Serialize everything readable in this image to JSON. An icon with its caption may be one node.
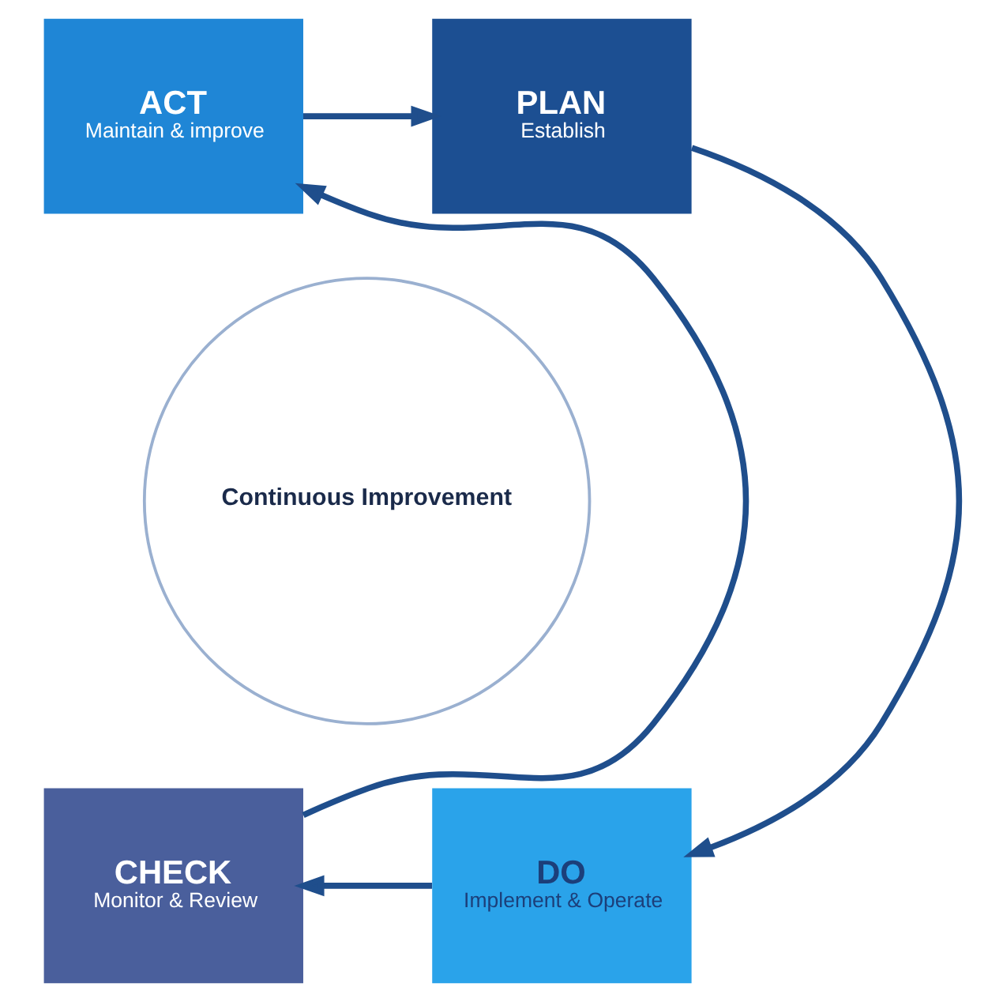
{
  "diagram": {
    "nodes": [
      {
        "text": [
          "ACT",
          "Maintain & improve"
        ]
      },
      {
        "text": [
          "PLAN",
          "Establish"
        ]
      },
      {
        "text": [
          "Continuous Improvement"
        ]
      },
      {
        "text": [
          "CHECK",
          "Monitor & Review"
        ]
      },
      {
        "text": [
          "DO",
          "Implement & Operate"
        ]
      }
    ],
    "edges": [
      {
        "from": 0,
        "to": 1,
        "arrow": "to"
      },
      {
        "from": 1,
        "to": 4,
        "arrow": "to"
      },
      {
        "from": 4,
        "to": 3,
        "arrow": "to"
      },
      {
        "from": 3,
        "to": 0,
        "arrow": "to"
      }
    ]
  }
}
